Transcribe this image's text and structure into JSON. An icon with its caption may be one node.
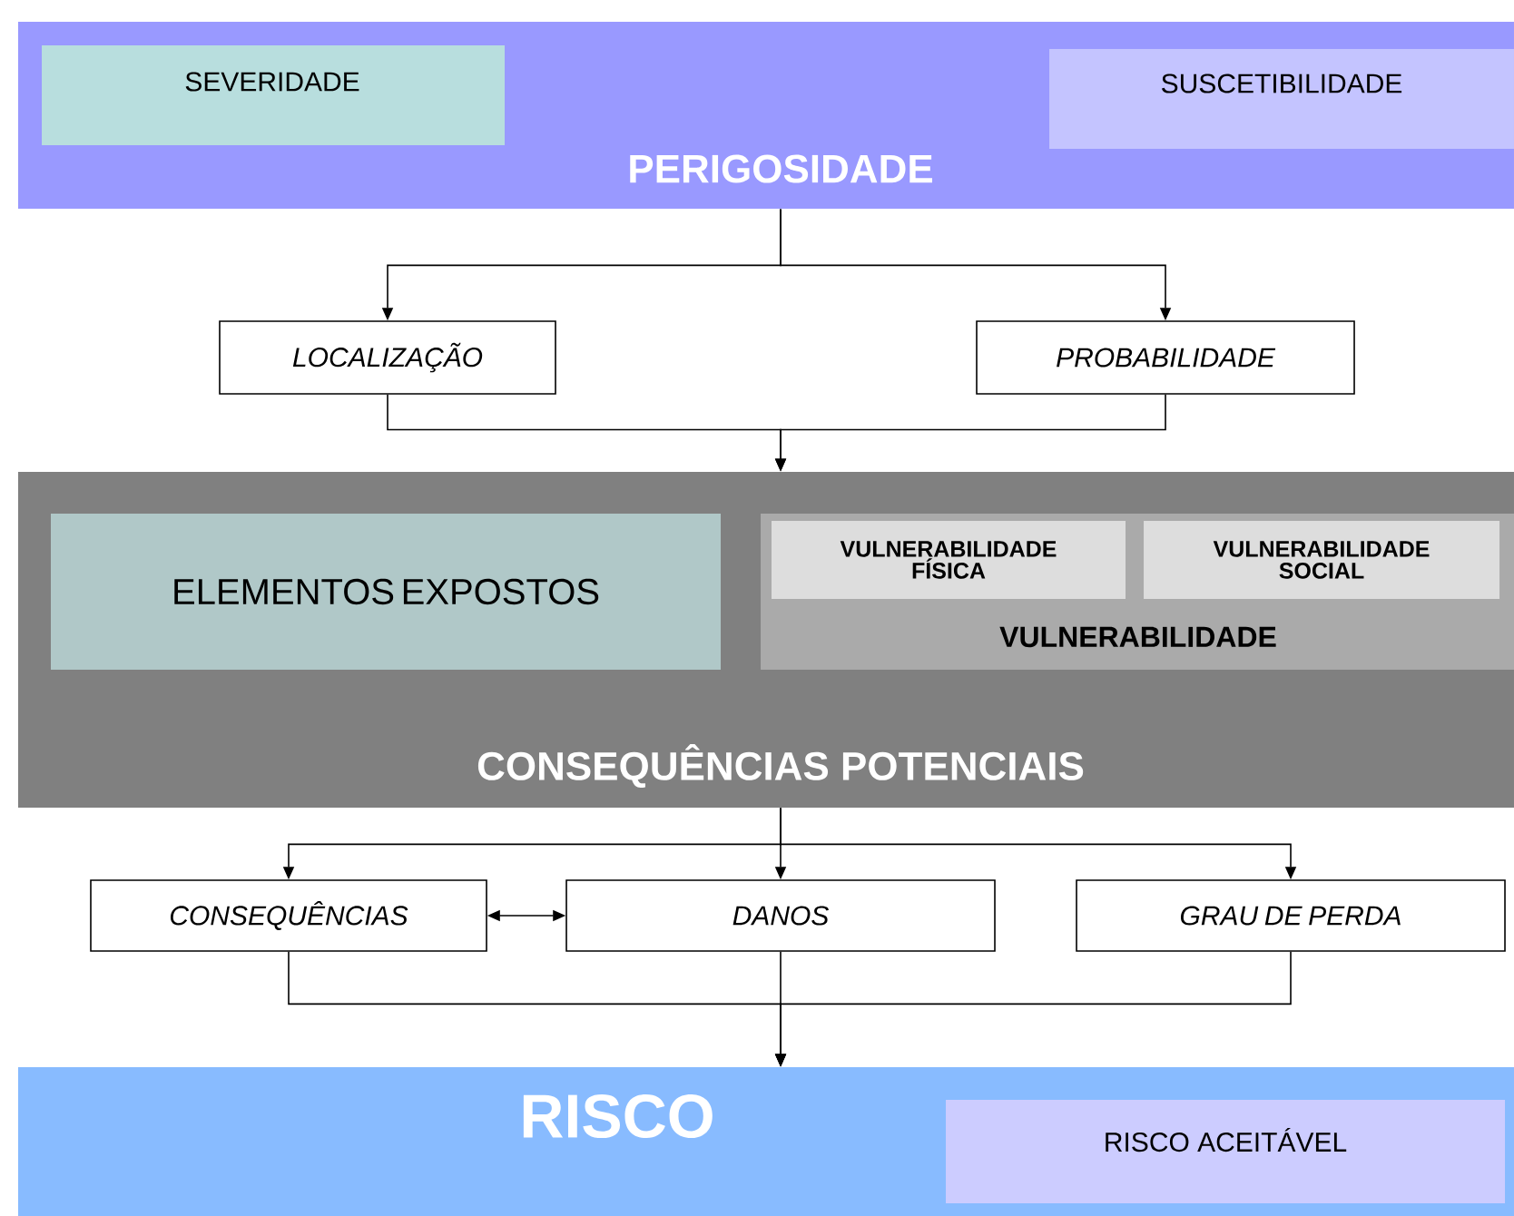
{
  "diagram": {
    "nodes": [
      {
        "text": [
          "PERIGOSIDADE"
        ]
      },
      {
        "text": [
          "SEVERIDADE"
        ],
        "in": 0
      },
      {
        "text": [
          "SUSCETIBILIDADE"
        ],
        "in": 0
      },
      {
        "text": [
          "LOCALIZAÇÃO"
        ]
      },
      {
        "text": [
          "PROBABILIDADE"
        ]
      },
      {
        "text": [
          "CONSEQUÊNCIAS POTENCIAIS"
        ]
      },
      {
        "text": [
          "ELEMENTOS EXPOSTOS"
        ],
        "in": 5
      },
      {
        "text": [
          "VULNERABILIDADE"
        ],
        "in": 5
      },
      {
        "text": [
          "VULNERABILIDADE FÍSICA"
        ],
        "in": 7
      },
      {
        "text": [
          "VULNERABILIDADE SOCIAL"
        ],
        "in": 7
      },
      {
        "text": [
          "CONSEQUÊNCIAS"
        ]
      },
      {
        "text": [
          "DANOS"
        ]
      },
      {
        "text": [
          "GRAU DE PERDA"
        ]
      },
      {
        "text": [
          "RISCO"
        ]
      },
      {
        "text": [
          "RISCO ACEITÁVEL"
        ],
        "in": 13
      }
    ],
    "edges": [
      {
        "from": 0,
        "to": 3,
        "arrow": "to"
      },
      {
        "from": 0,
        "to": 4,
        "arrow": "to"
      },
      {
        "from": 3,
        "to": 5,
        "arrow": "to"
      },
      {
        "from": 4,
        "to": 5,
        "arrow": "to"
      },
      {
        "from": 5,
        "to": 10,
        "arrow": "to"
      },
      {
        "from": 5,
        "to": 11,
        "arrow": "to"
      },
      {
        "from": 5,
        "to": 12,
        "arrow": "to"
      },
      {
        "from": 10,
        "to": 11,
        "arrow": "both"
      },
      {
        "from": 10,
        "to": 13,
        "arrow": "to"
      },
      {
        "from": 11,
        "to": 13,
        "arrow": "to"
      },
      {
        "from": 12,
        "to": 13,
        "arrow": "to"
      }
    ]
  }
}
